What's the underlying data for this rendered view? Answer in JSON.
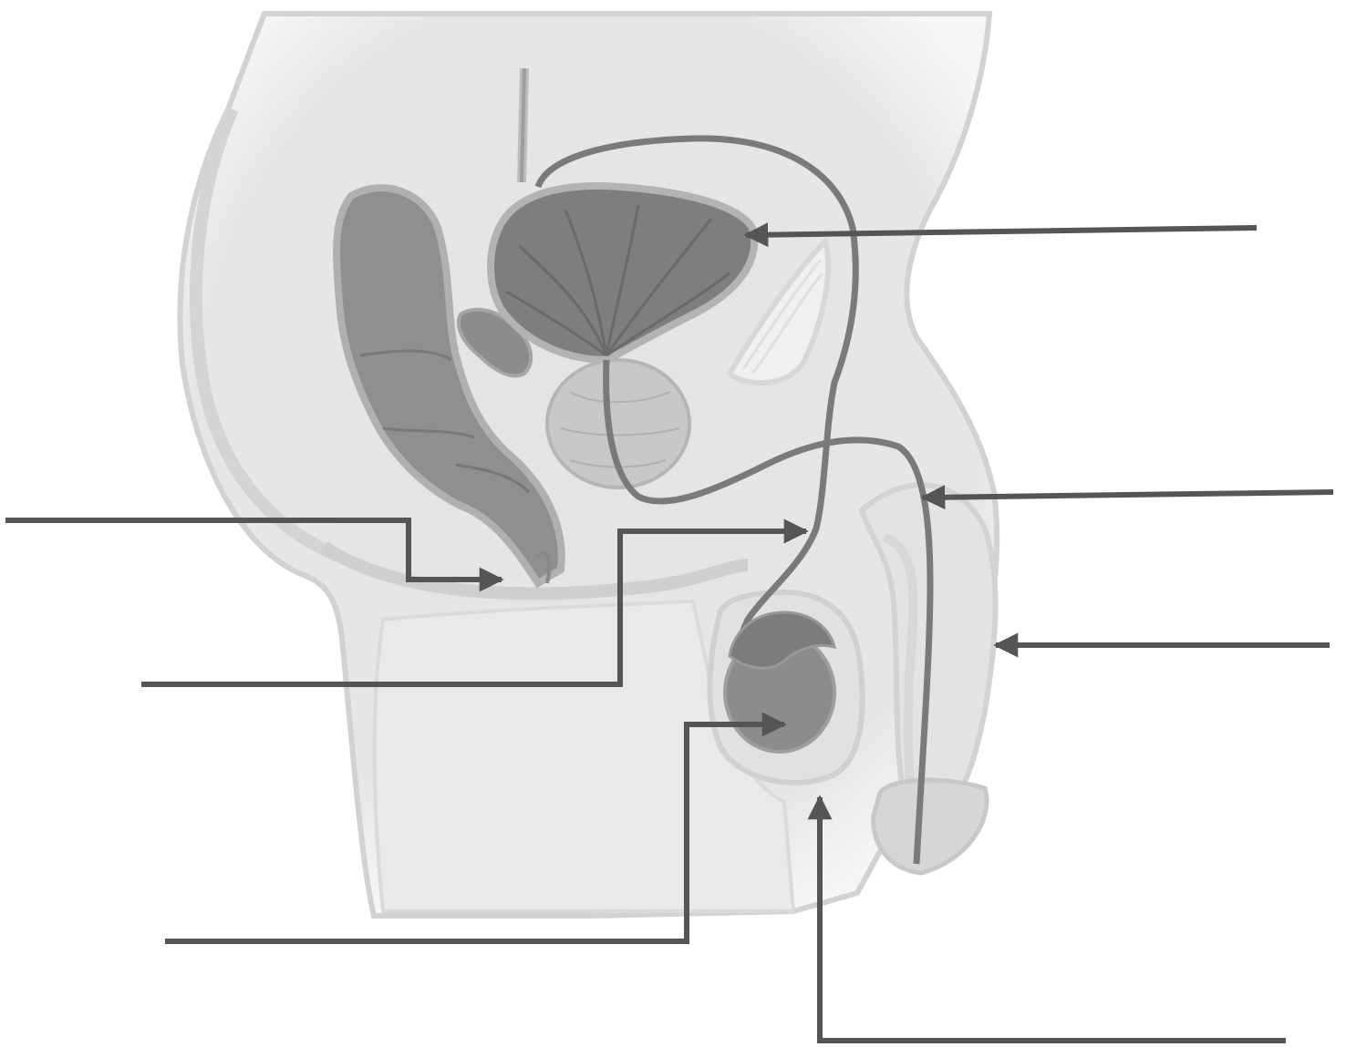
{
  "diagram": {
    "subject": "male-reproductive-system-sagittal-section",
    "labels": [
      {
        "id": "label-1",
        "text": ""
      },
      {
        "id": "label-2",
        "text": ""
      },
      {
        "id": "label-3",
        "text": ""
      },
      {
        "id": "label-4",
        "text": ""
      },
      {
        "id": "label-5",
        "text": ""
      },
      {
        "id": "label-6",
        "text": ""
      },
      {
        "id": "label-7",
        "text": ""
      }
    ]
  },
  "colors": {
    "background": "#ffffff",
    "body_fill": "#e6e6e6",
    "body_outline": "#cfcfcf",
    "organ_fill": "#8a8a8a",
    "organ_dark": "#6c6c6c",
    "pointer": "#555555"
  }
}
